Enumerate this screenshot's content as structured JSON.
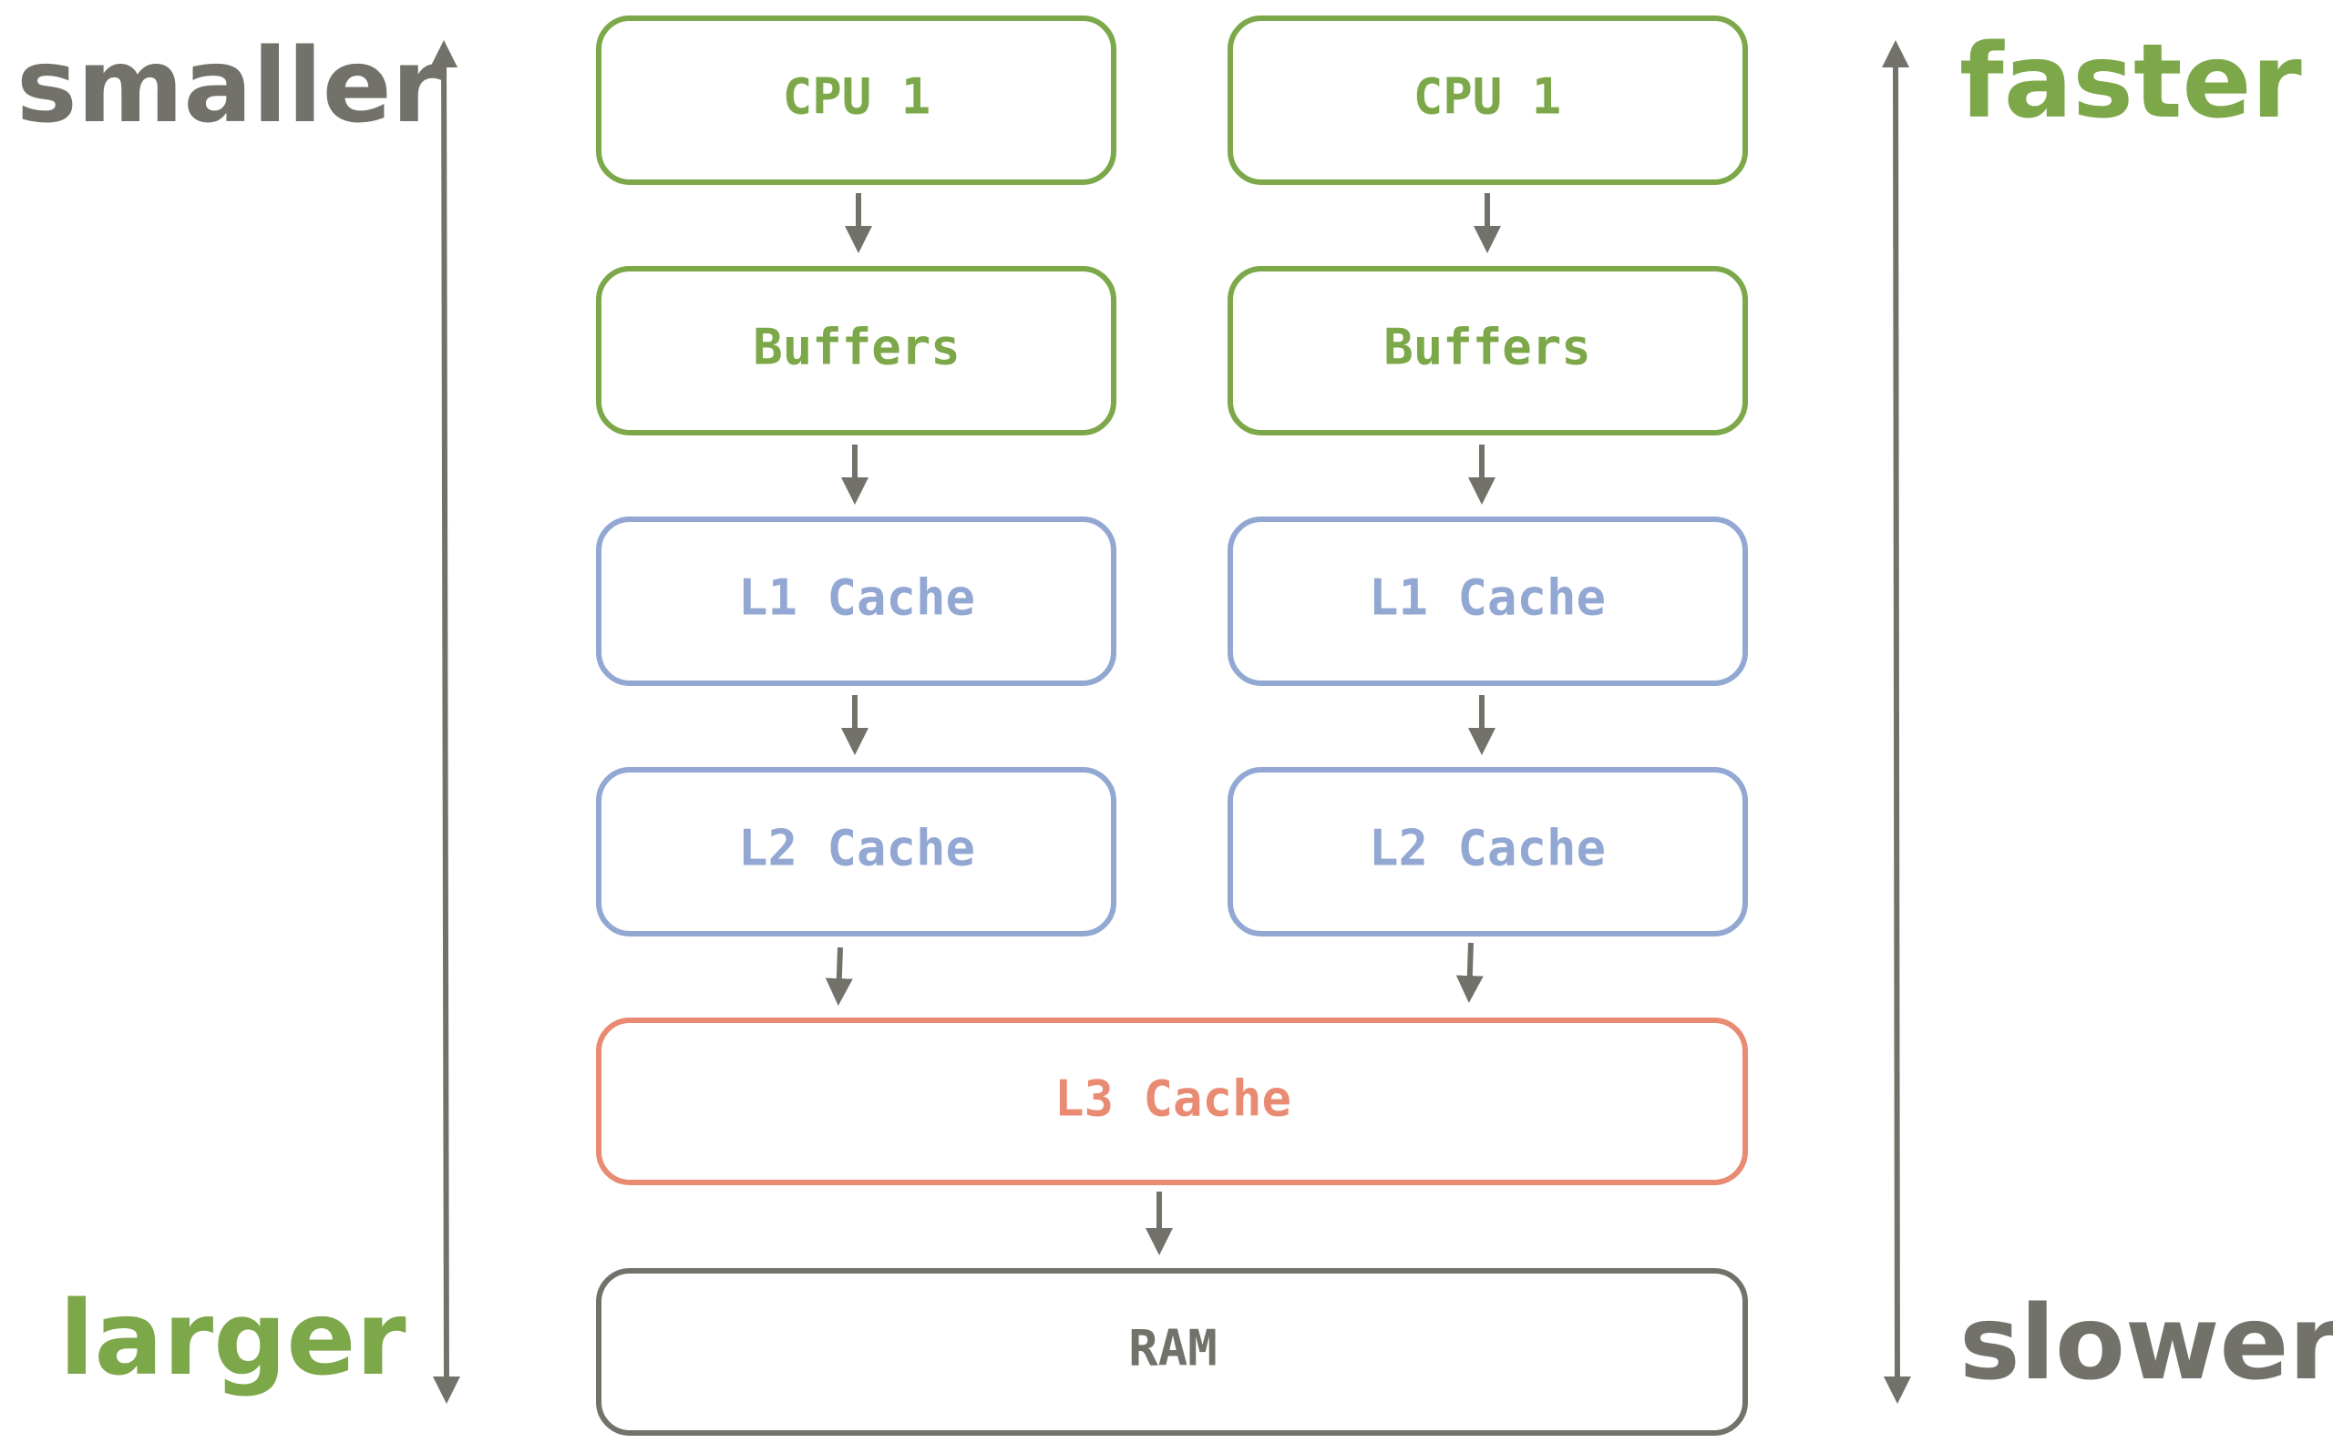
{
  "colors": {
    "green": "#7ca84a",
    "blue": "#92a8d2",
    "salmon": "#e98b73",
    "gray": "#72716a"
  },
  "scale_labels": {
    "smaller": "smaller",
    "larger": "larger",
    "faster": "faster",
    "slower": "slower"
  },
  "cores": [
    {
      "cpu": "CPU 1",
      "buffers": "Buffers",
      "l1": "L1 Cache",
      "l2": "L2 Cache"
    },
    {
      "cpu": "CPU 1",
      "buffers": "Buffers",
      "l1": "L1 Cache",
      "l2": "L2 Cache"
    }
  ],
  "shared": {
    "l3": "L3 Cache",
    "ram": "RAM"
  }
}
